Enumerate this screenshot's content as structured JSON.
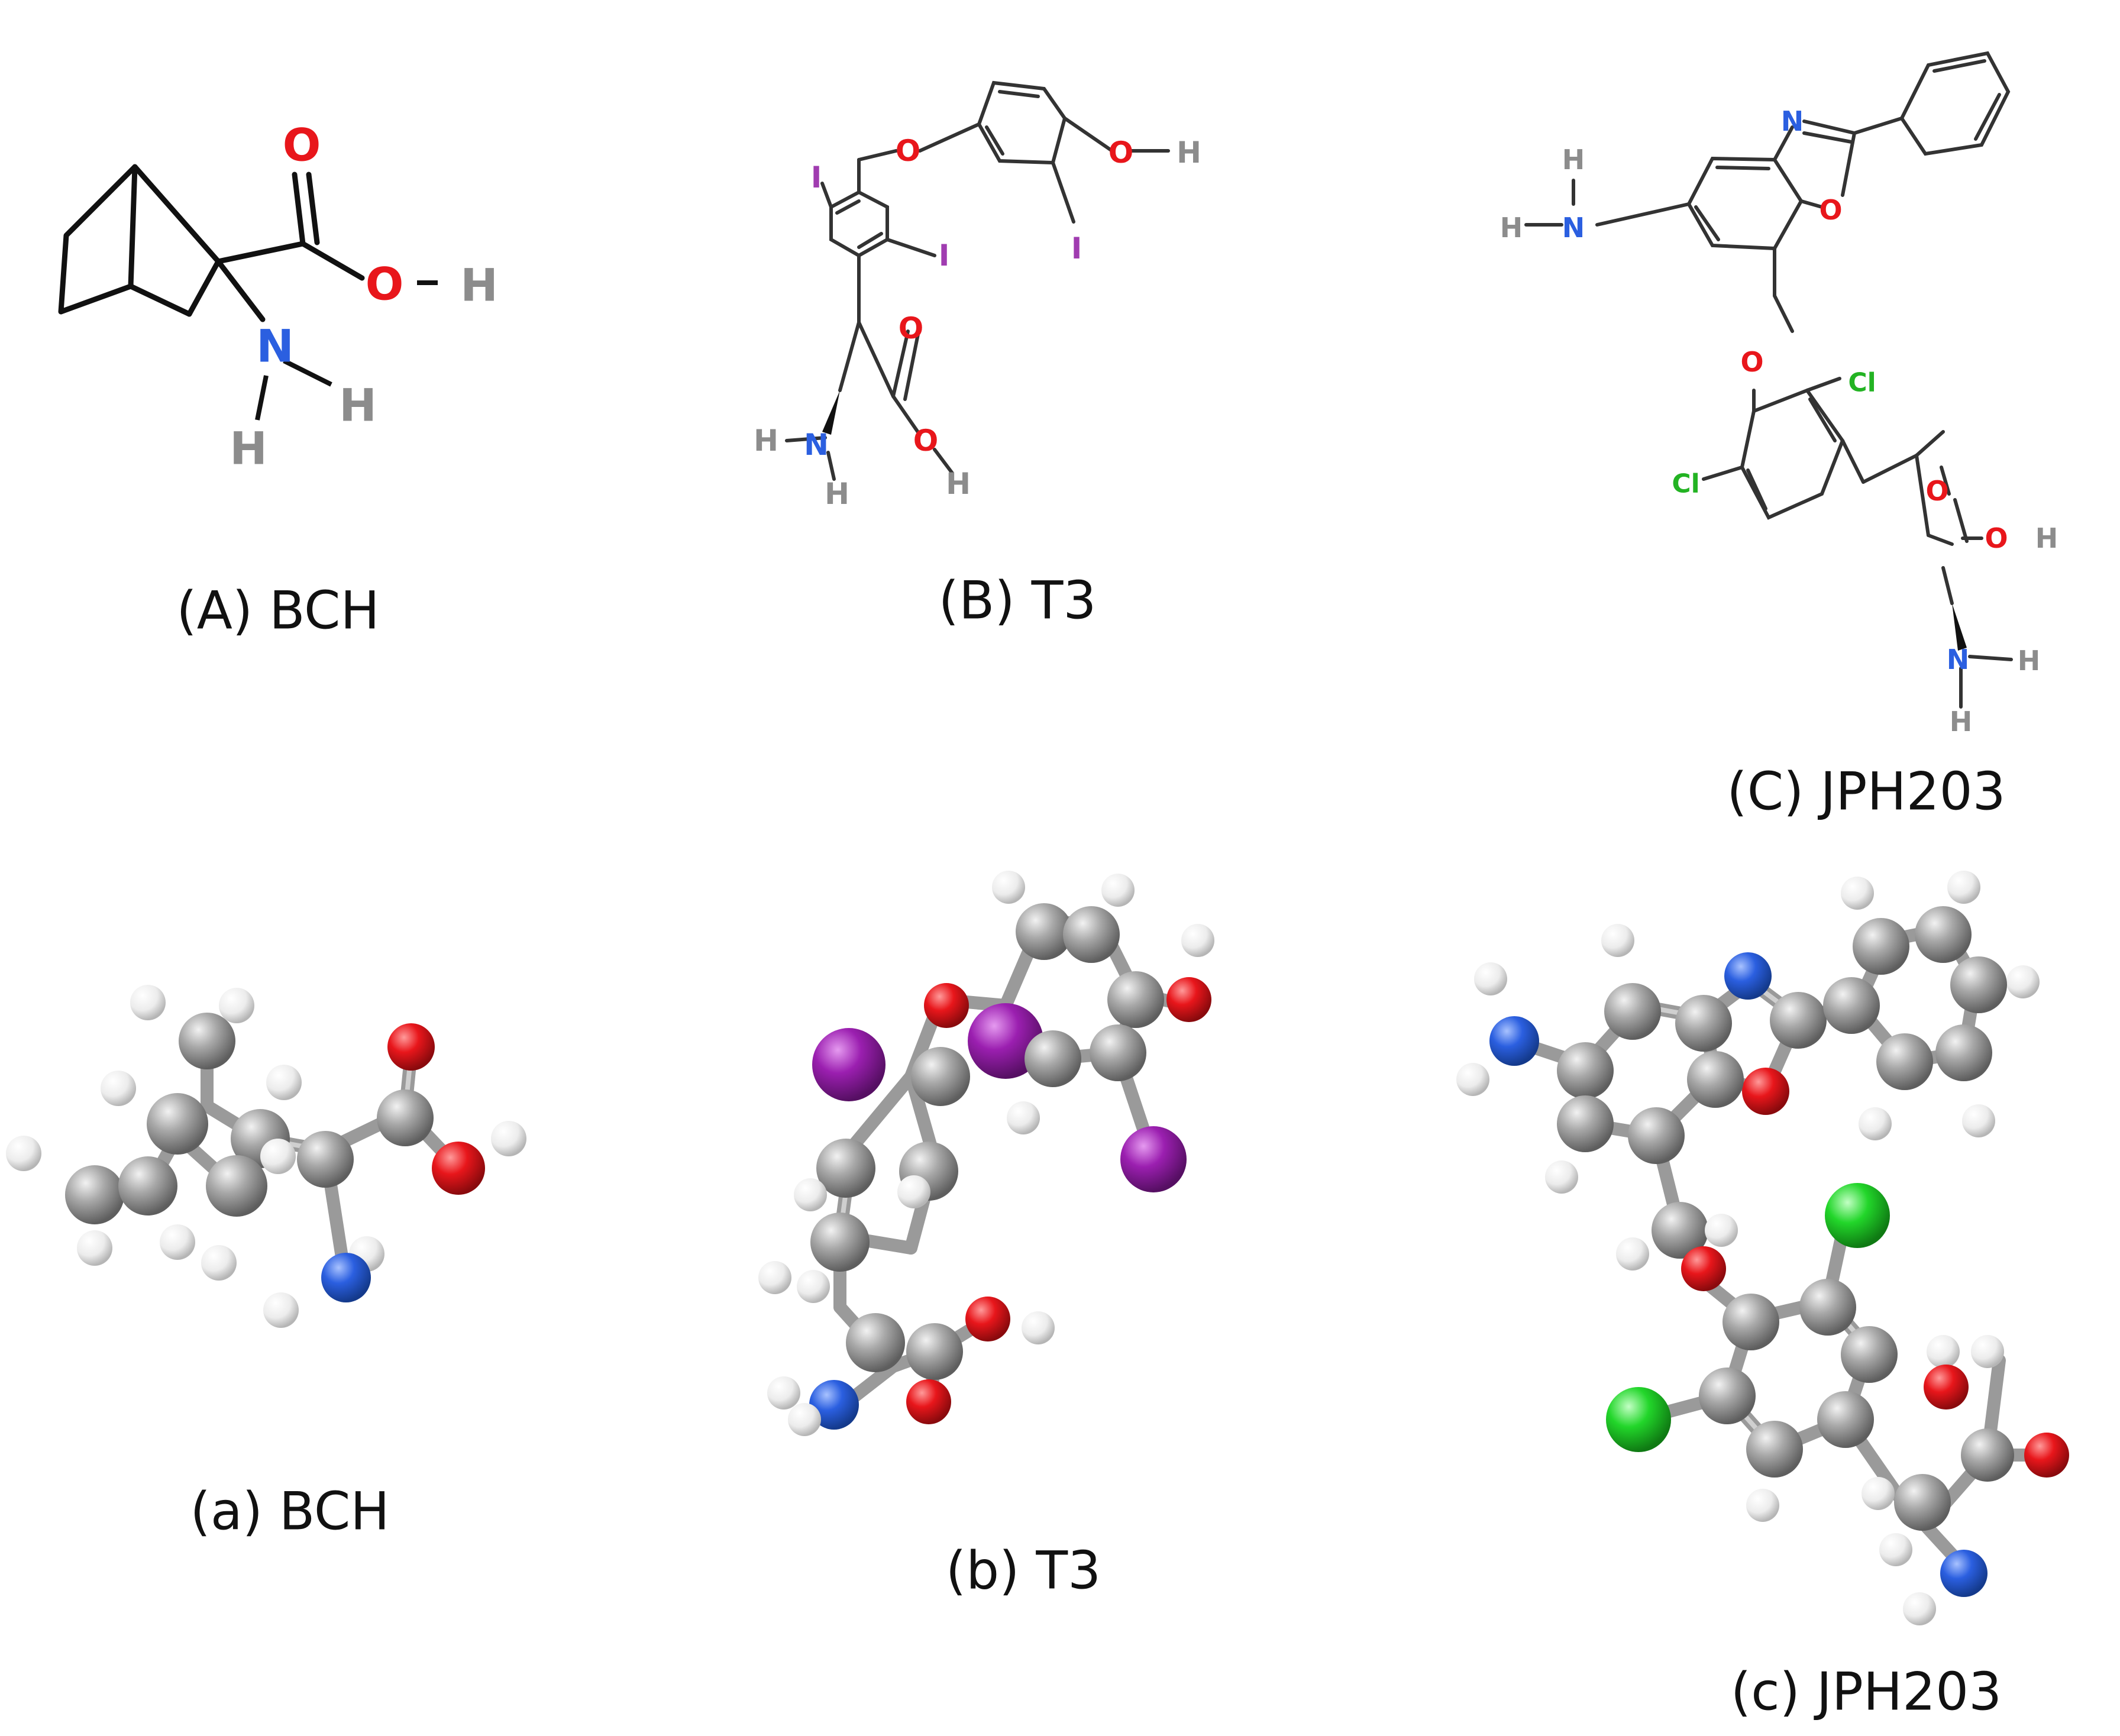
{
  "figure": {
    "captions": {
      "A": "(A) BCH",
      "B": "(B) T3",
      "C": "(C) JPH203",
      "a": "(a) BCH",
      "b": "(b) T3",
      "c": "(c) JPH203"
    },
    "atom_colors": {
      "carbon": "#9a9a9a",
      "hydrogen": "#f0f0f0",
      "oxygen": "#e8161b",
      "nitrogen": "#2b5fe0",
      "iodine": "#9b1fb0",
      "chlorine": "#22d62a",
      "label_iodine": "#a03cb0",
      "label_chlorine": "#23b323",
      "label_hydrogen": "#8c8c8c",
      "bond": "#111111"
    },
    "atom_symbols": {
      "O": "O",
      "N": "N",
      "H": "H",
      "I": "I",
      "Cl": "Cl"
    }
  }
}
